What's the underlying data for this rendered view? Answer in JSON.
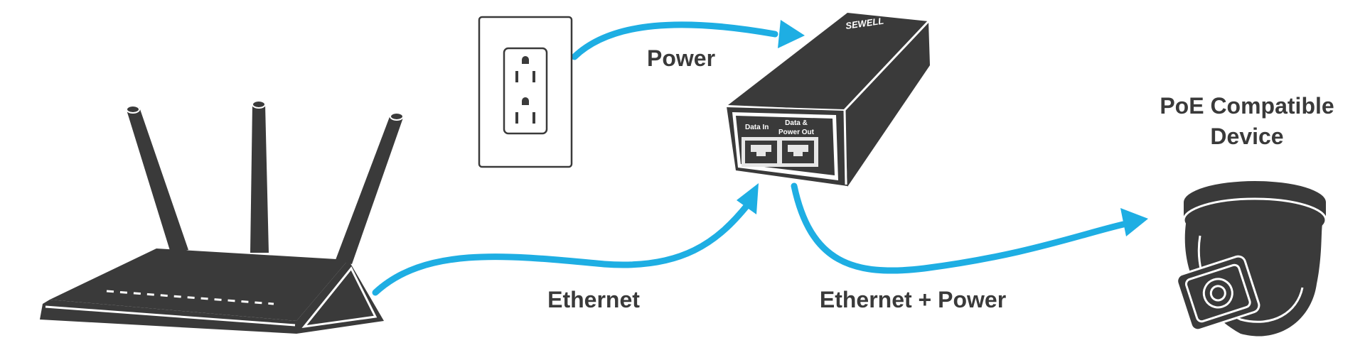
{
  "labels": {
    "power": "Power",
    "ethernet": "Ethernet",
    "ethernet_power": "Ethernet + Power",
    "device_line1": "PoE Compatible",
    "device_line2": "Device"
  },
  "injector": {
    "brand": "SEWELL",
    "port_in": "Data In",
    "port_out_line1": "Data &",
    "port_out_line2": "Power Out"
  },
  "colors": {
    "cable": "#1eaee3",
    "device": "#3a3a3a",
    "text": "#3a3a3a"
  },
  "icons": [
    "router-icon",
    "wall-outlet-icon",
    "poe-injector-icon",
    "dome-camera-icon"
  ]
}
